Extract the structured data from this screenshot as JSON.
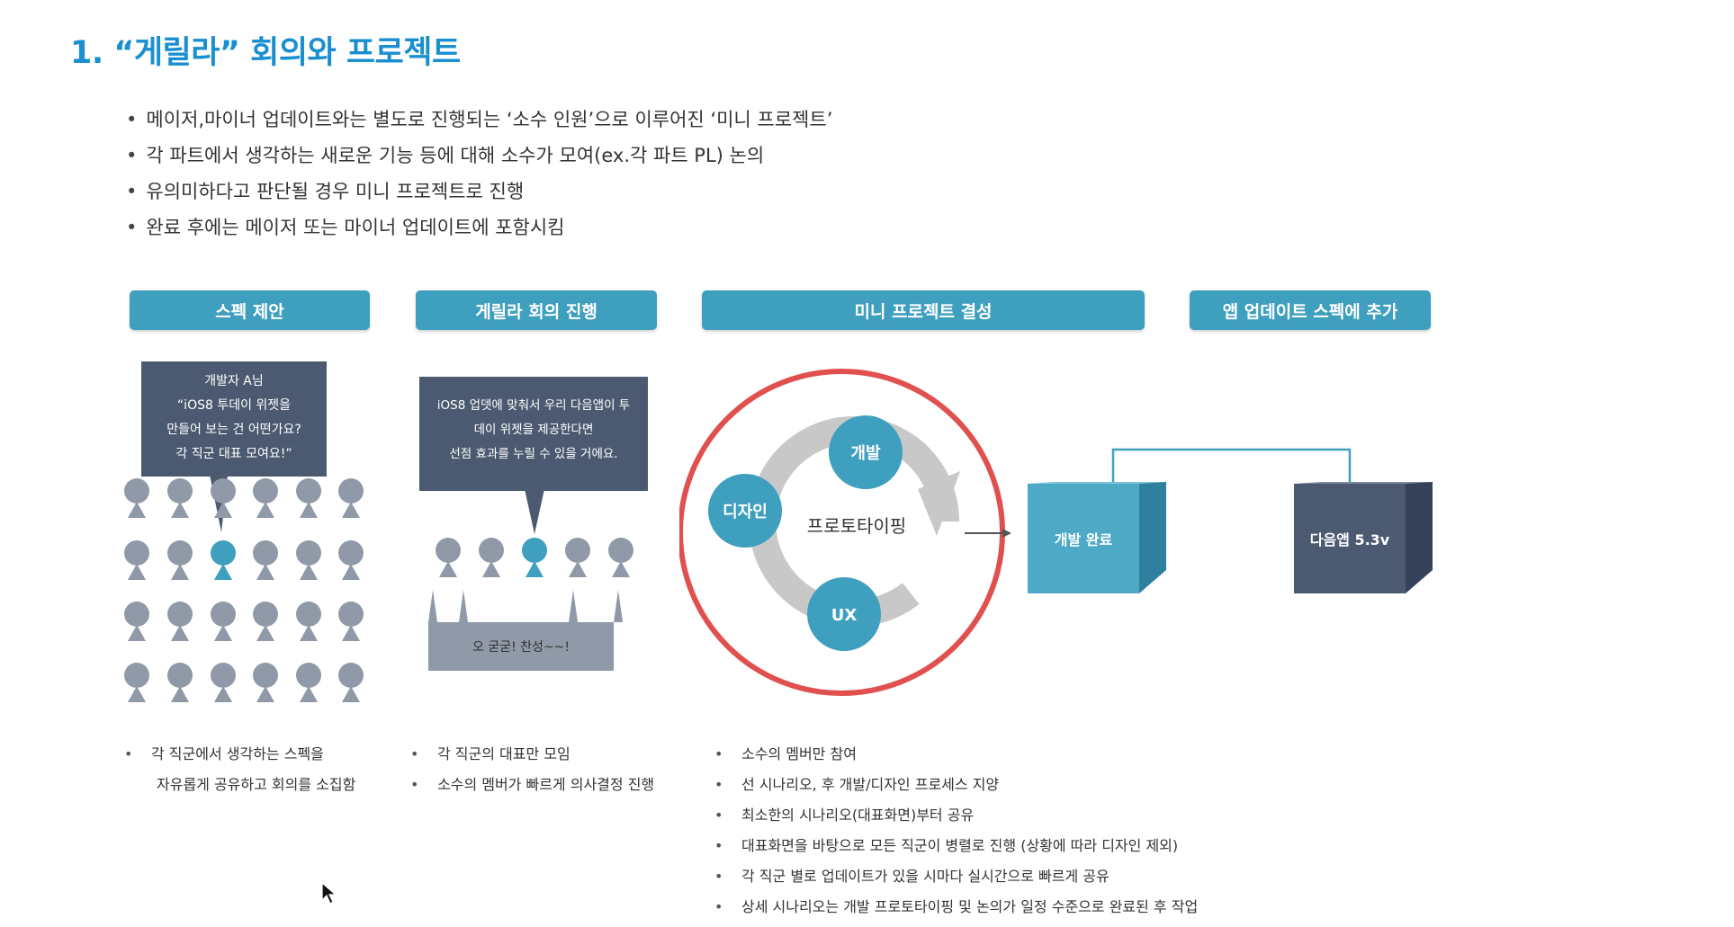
{
  "title": "1. “게릴라” 회의와 프로젝트",
  "intro_bullets": [
    "메이저,마이너 업데이트와는 별도로 진행되는 ‘소수 인원’으로 이루어진 ‘미니 프로젝트’",
    "각 파트에서 생각하는 새로운 기능 등에 대해 소수가 모여(ex.각 파트 PL) 논의",
    "유의미하다고 판단될 경우 미니 프로젝트로 진행",
    "완료 후에는 메이저 또는 마이너 업데이트에 포함시킴"
  ],
  "stages": [
    {
      "label": "스펙 제안"
    },
    {
      "label": "게릴라 회의 진행"
    },
    {
      "label": "미니 프로젝트 결성"
    },
    {
      "label": "앱 업데이트 스펙에 추가"
    }
  ],
  "stage1": {
    "bubble": [
      "개발자 A님",
      "“iOS8 투데이 위젯을",
      "만들어 보는 건 어떤가요?",
      "각 직군 대표 모여요!”"
    ],
    "bullet": "각 직군에서 생각하는 스펙을",
    "bullet_cont": "자유롭게 공유하고 회의를 소집함"
  },
  "stage2": {
    "bubble": [
      "iOS8 업뎃에 맞춰서 우리 다음앱이 투",
      "데이 위젯을 제공한다면",
      "선점 효과를 누릴 수 있을 거에요."
    ],
    "crowd_text": "오 굳굳! 찬성~~!",
    "bullets": [
      "각 직군의 대표만 모임",
      "소수의 멤버가 빠르게 의사결정 진행"
    ]
  },
  "stage3": {
    "center": "프로토타이핑",
    "nodes": {
      "top": "개발",
      "left": "디자인",
      "bottom": "UX"
    },
    "bullets": [
      "소수의 멤버만 참여",
      "선 시나리오, 후 개발/디자인 프로세스 지양",
      "최소한의 시나리오(대표화면)부터 공유",
      "대표화면을 바탕으로 모든 직군이 병렬로 진행 (상황에 따라 디자인 제외)",
      "각 직군 별로 업데이트가 있을 시마다 실시간으로 빠르게 공유",
      "상세 시나리오는 개발 프로토타이핑 및 논의가 일정 수준으로 완료된 후 작업"
    ]
  },
  "stage4": {
    "box1": "개발 완료",
    "box2": "다음앱 5.3v"
  },
  "colors": {
    "title": "#1a8fd0",
    "stage_header": "#3f9fbf",
    "bubble": "#4b5a70",
    "person": "#8f99a8",
    "person_active": "#3f9fbf",
    "circle_ring": "#e0504e",
    "box_dev": "#4ea9c7",
    "box_app": "#4b5a70"
  },
  "icons": [
    "person-icon",
    "speech-bubble-icon",
    "cycle-arrow-icon",
    "cube-icon",
    "mouse-cursor-icon"
  ]
}
